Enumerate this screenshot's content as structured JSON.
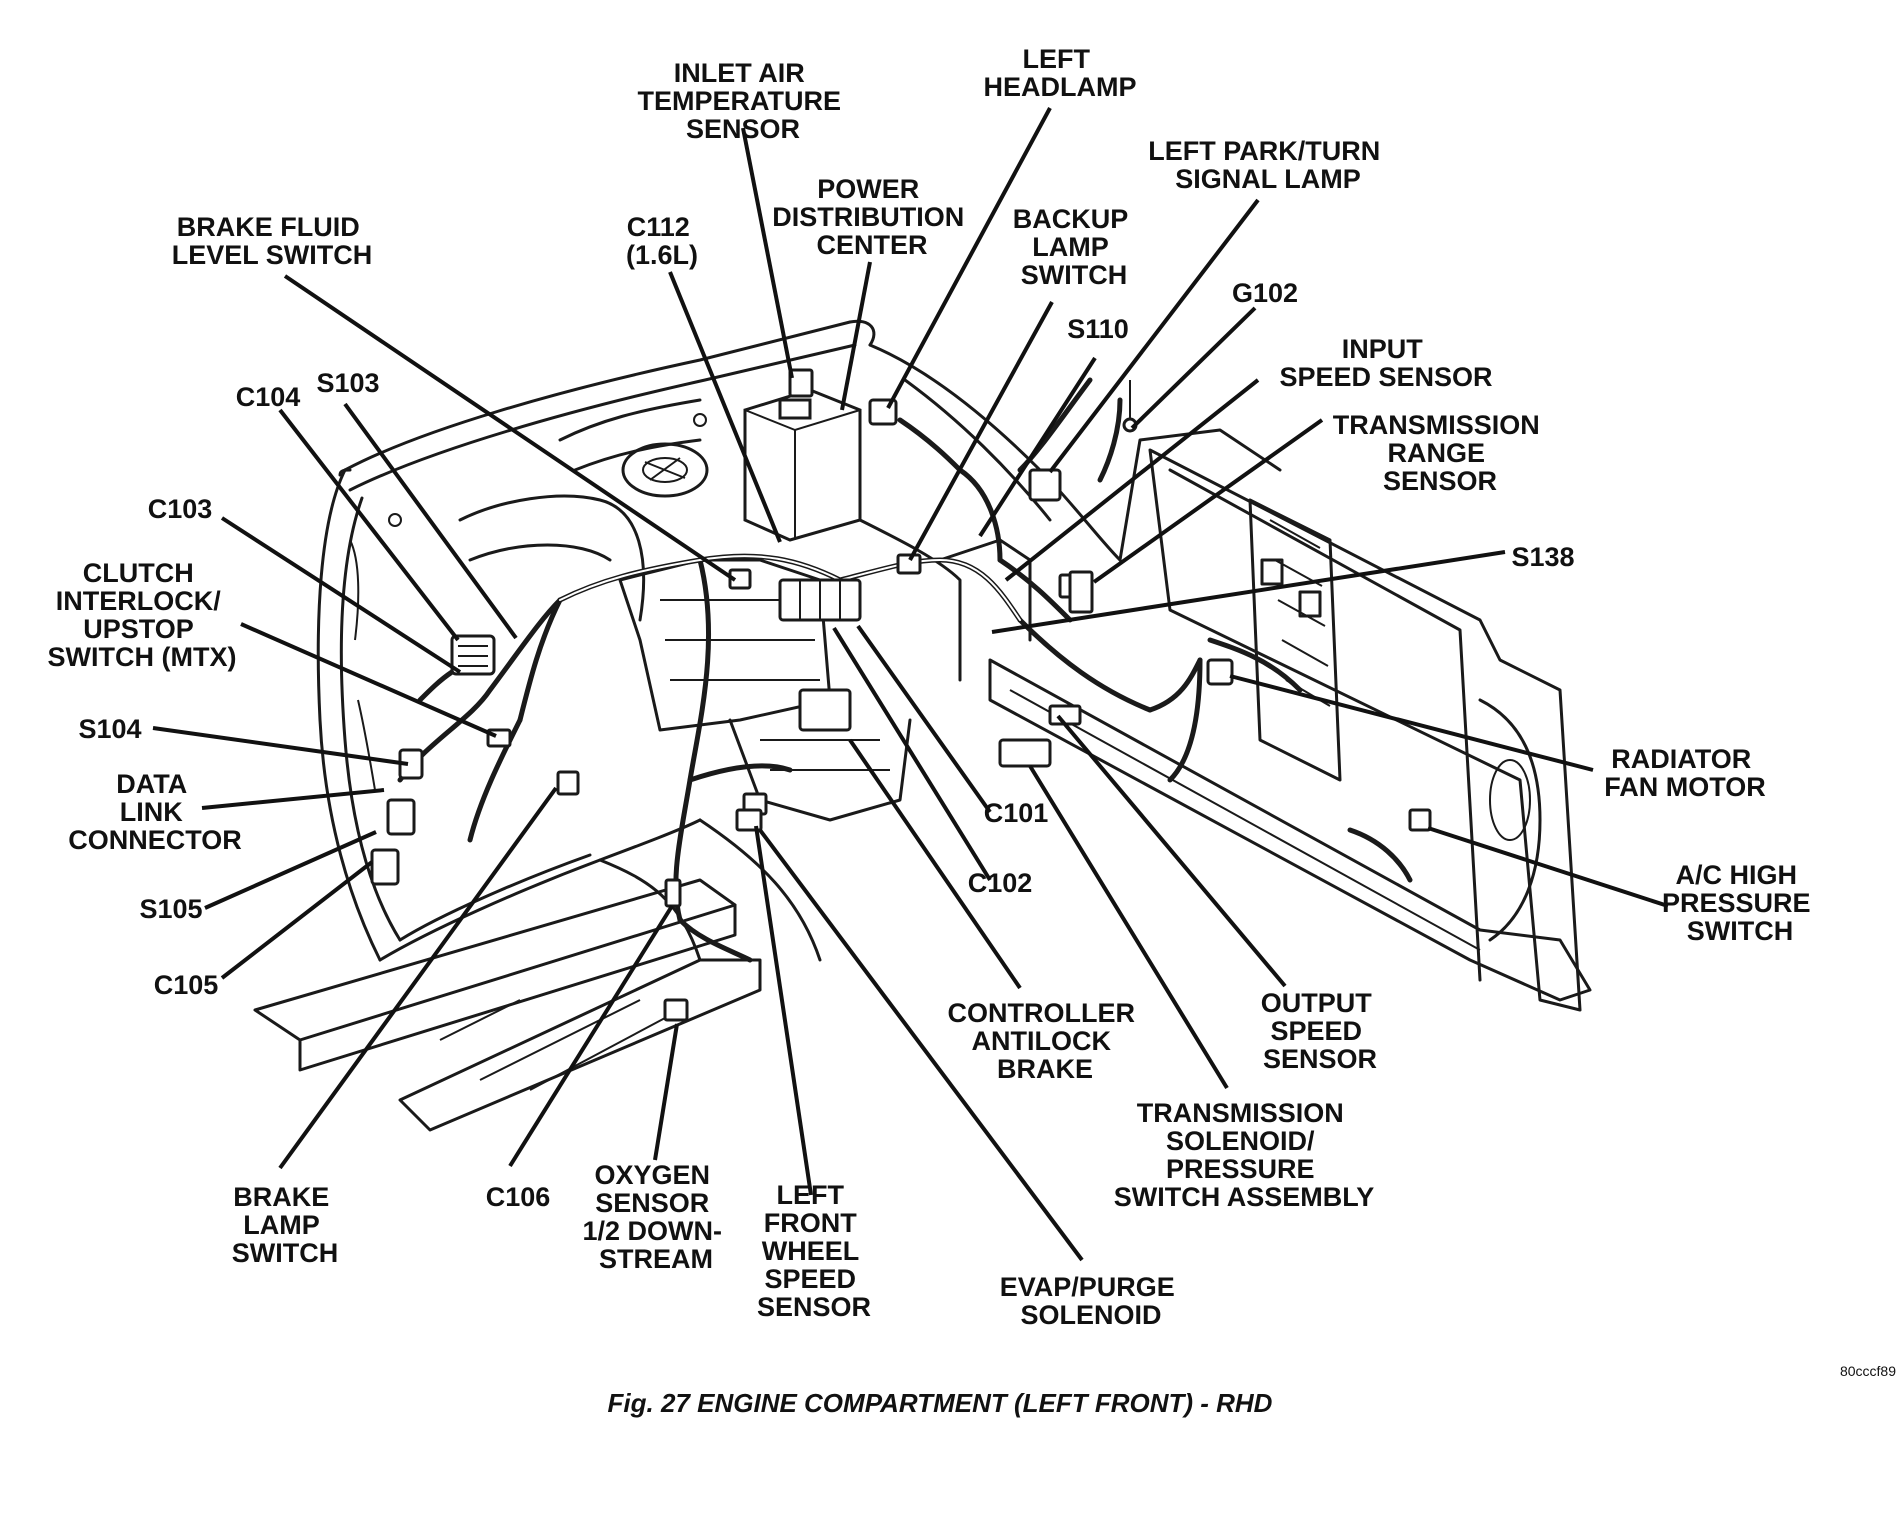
{
  "caption": "Fig. 27 ENGINE COMPARTMENT (LEFT FRONT) - RHD",
  "image_code": "80cccf89",
  "labels": {
    "inlet_air_temperature_sensor": [
      "INLET AIR",
      "TEMPERATURE",
      "SENSOR"
    ],
    "left_headlamp": [
      "LEFT",
      "HEADLAMP"
    ],
    "left_park_turn_signal_lamp": [
      "LEFT PARK/TURN",
      "SIGNAL LAMP"
    ],
    "power_distribution_center": [
      "POWER",
      "DISTRIBUTION",
      "CENTER"
    ],
    "backup_lamp_switch": [
      "BACKUP",
      "LAMP",
      "SWITCH"
    ],
    "brake_fluid_level_switch": [
      "BRAKE FLUID",
      "LEVEL SWITCH"
    ],
    "c112": [
      "C112",
      "(1.6L)"
    ],
    "g102": [
      "G102"
    ],
    "s110": [
      "S110"
    ],
    "input_speed_sensor": [
      "INPUT",
      "SPEED SENSOR"
    ],
    "c104": [
      "C104"
    ],
    "s103": [
      "S103"
    ],
    "transmission_range_sensor": [
      "TRANSMISSION",
      "RANGE",
      "SENSOR"
    ],
    "c103": [
      "C103"
    ],
    "s138": [
      "S138"
    ],
    "clutch_interlock_upstop_switch": [
      "CLUTCH",
      "INTERLOCK/",
      "UPSTOP",
      "SWITCH (MTX)"
    ],
    "s104": [
      "S104"
    ],
    "data_link_connector": [
      "DATA",
      "LINK",
      "CONNECTOR"
    ],
    "radiator_fan_motor": [
      "RADIATOR",
      "FAN MOTOR"
    ],
    "c101": [
      "C101"
    ],
    "ac_high_pressure_switch": [
      "A/C HIGH",
      "PRESSURE",
      "SWITCH"
    ],
    "s105": [
      "S105"
    ],
    "c102": [
      "C102"
    ],
    "c105": [
      "C105"
    ],
    "output_speed_sensor": [
      "OUTPUT",
      "SPEED",
      "SENSOR"
    ],
    "controller_antilock_brake": [
      "CONTROLLER",
      "ANTILOCK",
      "BRAKE"
    ],
    "transmission_solenoid": [
      "TRANSMISSION",
      "SOLENOID/",
      "PRESSURE",
      "SWITCH ASSEMBLY"
    ],
    "brake_lamp_switch": [
      "BRAKE",
      "LAMP",
      "SWITCH"
    ],
    "c106": [
      "C106"
    ],
    "oxygen_sensor": [
      "OXYGEN",
      "SENSOR",
      "1/2 DOWN-",
      "STREAM"
    ],
    "left_front_wheel_speed_sensor": [
      "LEFT",
      "FRONT",
      "WHEEL",
      "SPEED",
      "SENSOR"
    ],
    "evap_purge_solenoid": [
      "EVAP/PURGE",
      "SOLENOID"
    ]
  }
}
